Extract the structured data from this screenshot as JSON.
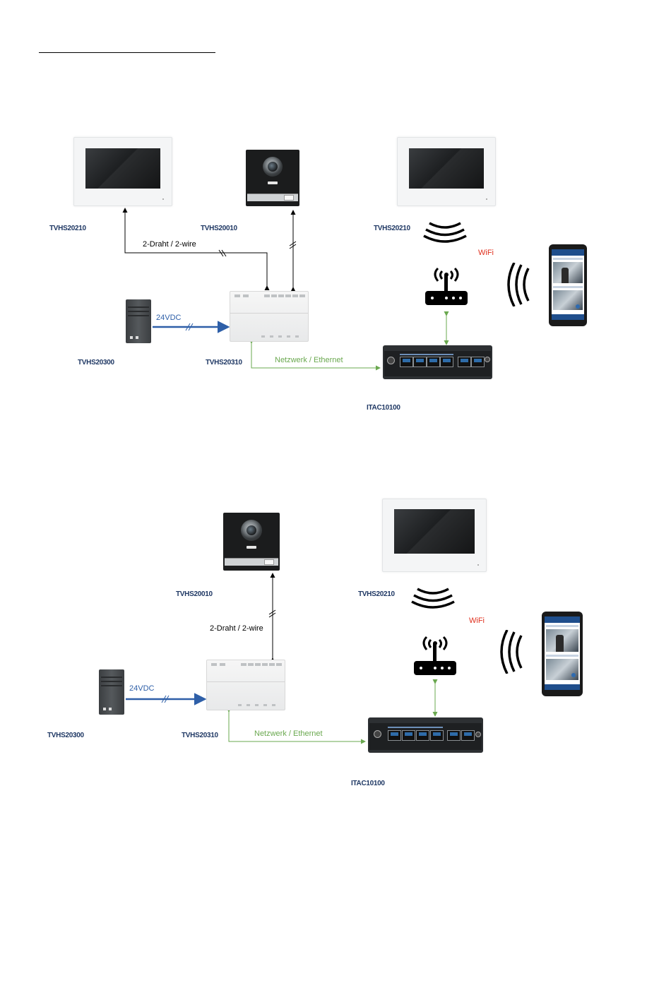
{
  "diagrams": [
    {
      "devices": {
        "monitor_left": "TVHS20210",
        "door_station": "TVHS20010",
        "monitor_right": "TVHS20210",
        "power_supply": "TVHS20300",
        "controller": "TVHS20310",
        "switch": "ITAC10100"
      },
      "connections": {
        "two_wire": "2-Draht / 2-wire",
        "power": "24VDC",
        "network": "Netzwerk / Ethernet",
        "wifi": "WiFi"
      }
    },
    {
      "devices": {
        "door_station": "TVHS20010",
        "monitor_right": "TVHS20210",
        "power_supply": "TVHS20300",
        "controller": "TVHS20310",
        "switch": "ITAC10100"
      },
      "connections": {
        "two_wire": "2-Draht / 2-wire",
        "power": "24VDC",
        "network": "Netzwerk / Ethernet",
        "wifi": "WiFi"
      }
    }
  ],
  "colors": {
    "label_blue": "#1f3864",
    "power_blue": "#2e5fa8",
    "network_green": "#6aa84f",
    "wifi_red": "#e0301e"
  },
  "icons": [
    "monitor-icon",
    "door-station-icon",
    "controller-icon",
    "power-supply-icon",
    "network-switch-icon",
    "router-icon",
    "smartphone-icon",
    "wireless-signal-icon"
  ]
}
